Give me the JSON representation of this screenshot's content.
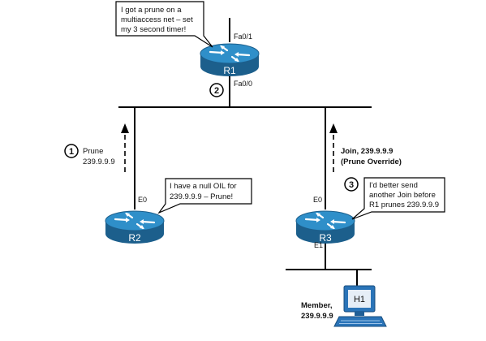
{
  "routers": {
    "r1": {
      "label": "R1",
      "interfaces": {
        "top": "Fa0/1",
        "bottom": "Fa0/0"
      }
    },
    "r2": {
      "label": "R2",
      "interfaces": {
        "top": "E0"
      }
    },
    "r3": {
      "label": "R3",
      "interfaces": {
        "top": "E0",
        "bottom": "E1"
      }
    }
  },
  "callouts": {
    "r1": [
      "I got a prune on a",
      "multiaccess net – set",
      "my 3 second timer!"
    ],
    "r2": [
      "I have a null OIL for",
      "239.9.9.9 – Prune!"
    ],
    "r3": [
      "I'd better send",
      "another Join before",
      "R1 prunes 239.9.9.9"
    ]
  },
  "steps": {
    "one": {
      "number": "1",
      "lines": [
        "Prune",
        "239.9.9.9"
      ]
    },
    "two": {
      "number": "2"
    },
    "three": {
      "number": "3",
      "lines": [
        "Join, 239.9.9.9",
        "(Prune Override)"
      ]
    }
  },
  "host": {
    "label": "H1",
    "caption": [
      "Member,",
      "239.9.9.9"
    ]
  },
  "colors": {
    "router_top": "#2f8fc9",
    "router_side": "#1c5f8c",
    "router_text": "#ffffff",
    "line": "#000000",
    "pc_body": "#2a74b8",
    "pc_screen": "#e6eef7"
  },
  "icons": {
    "router": "router-icon",
    "host": "workstation-icon"
  }
}
